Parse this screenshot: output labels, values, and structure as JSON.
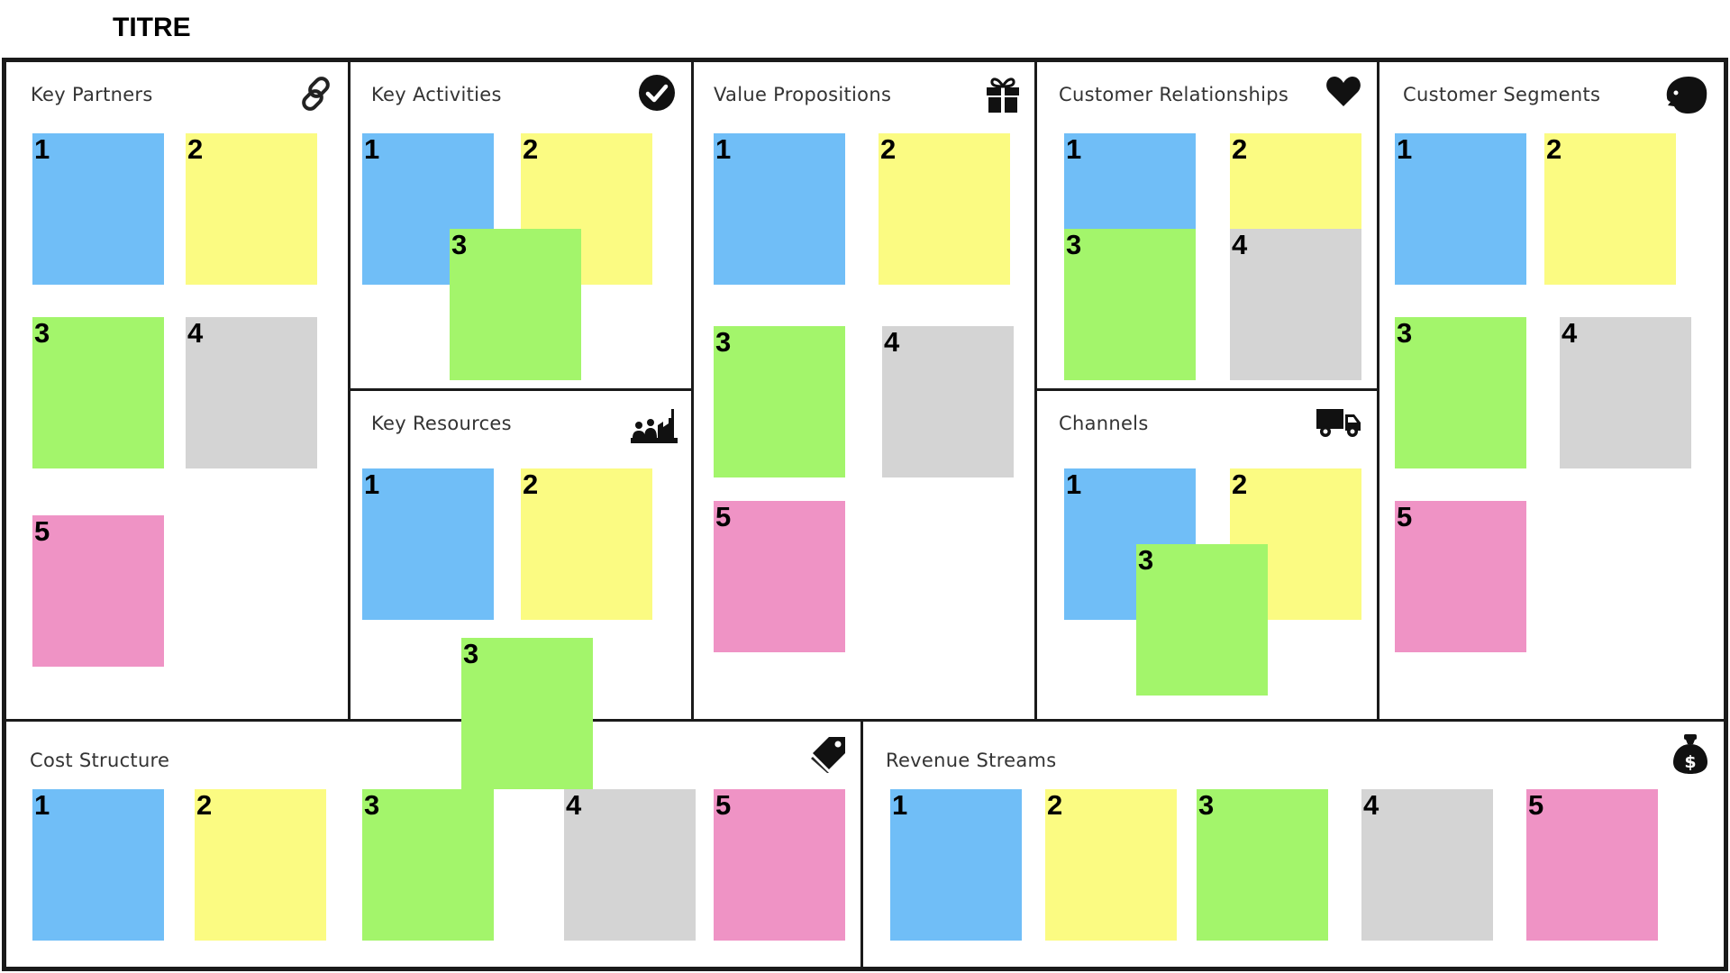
{
  "title": "TITRE",
  "colors": {
    "blue": "#70bef7",
    "yellow": "#fbfb82",
    "green": "#a3f56b",
    "gray": "#d4d4d4",
    "pink": "#ef93c5",
    "border": "#1a1a1a"
  },
  "sections": {
    "key_partners": {
      "label": "Key Partners",
      "icon": "link-icon"
    },
    "key_activities": {
      "label": "Key Activities",
      "icon": "checkmark-circle-icon"
    },
    "key_resources": {
      "label": "Key Resources",
      "icon": "factory-workers-icon"
    },
    "value_propositions": {
      "label": "Value Propositions",
      "icon": "gift-icon"
    },
    "customer_relationships": {
      "label": "Customer Relationships",
      "icon": "heart-icon"
    },
    "channels": {
      "label": "Channels",
      "icon": "truck-icon"
    },
    "customer_segments": {
      "label": "Customer Segments",
      "icon": "head-icon"
    },
    "cost_structure": {
      "label": "Cost Structure",
      "icon": "price-tag-icon"
    },
    "revenue_streams": {
      "label": "Revenue Streams",
      "icon": "money-bag-icon"
    }
  },
  "notes": {
    "n1": "1",
    "n2": "2",
    "n3": "3",
    "n4": "4",
    "n5": "5"
  }
}
